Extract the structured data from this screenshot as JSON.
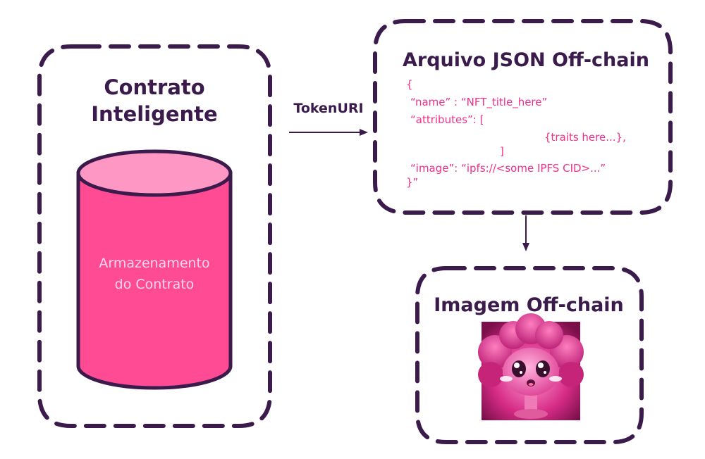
{
  "contract": {
    "title_line1": "Contrato",
    "title_line2": "Inteligente",
    "storage_line1": "Armazenamento",
    "storage_line2": "do Contrato"
  },
  "arrow_label": "TokenURI",
  "json_box": {
    "title": "Arquivo JSON Off-chain",
    "lines": [
      "{",
      "“name” : “NFT_title_here”",
      "“attributes”: [",
      "{traits here...},",
      "]",
      "“image”: “ipfs://<some IPFS CID>...”",
      "}”"
    ]
  },
  "image_box": {
    "title": "Imagem Off-chain"
  },
  "colors": {
    "border": "#3b1a4c",
    "accent": "#f0308a",
    "cylinder_body": "#ff4a94",
    "cylinder_top": "#ff97c4",
    "cylinder_text": "#ffd6ea"
  },
  "icons": [
    "cylinder-database-icon",
    "nft-character-image"
  ]
}
